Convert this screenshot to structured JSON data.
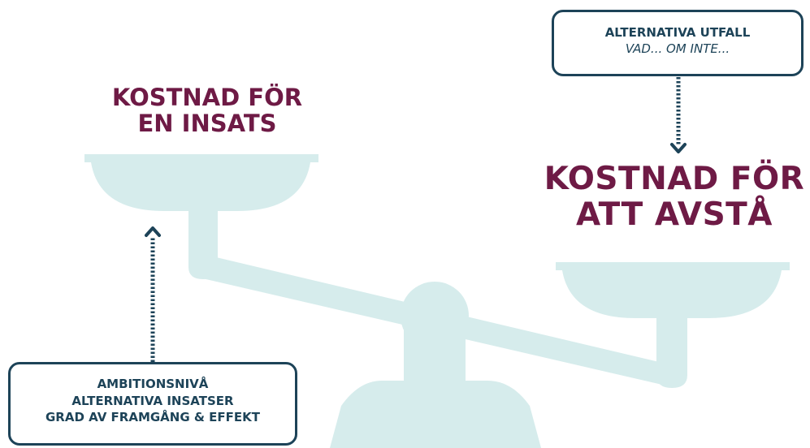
{
  "left_pan": {
    "title_lines": [
      "KOSTNAD FÖR",
      "EN INSATS"
    ]
  },
  "right_pan": {
    "title_lines": [
      "KOSTNAD FÖR",
      "ATT AVSTÅ"
    ]
  },
  "callout_top": {
    "line1": "ALTERNATIVA UTFALL",
    "line2": "VAD... OM INTE..."
  },
  "callout_bottom": {
    "lines": [
      "AMBITIONSNIVÅ",
      "ALTERNATIVA INSATSER",
      "GRAD AV FRAMGÅNG & EFFEKT"
    ]
  },
  "colors": {
    "scale": "#d6ecec",
    "title": "#6e1a45",
    "callout": "#1d4358"
  }
}
